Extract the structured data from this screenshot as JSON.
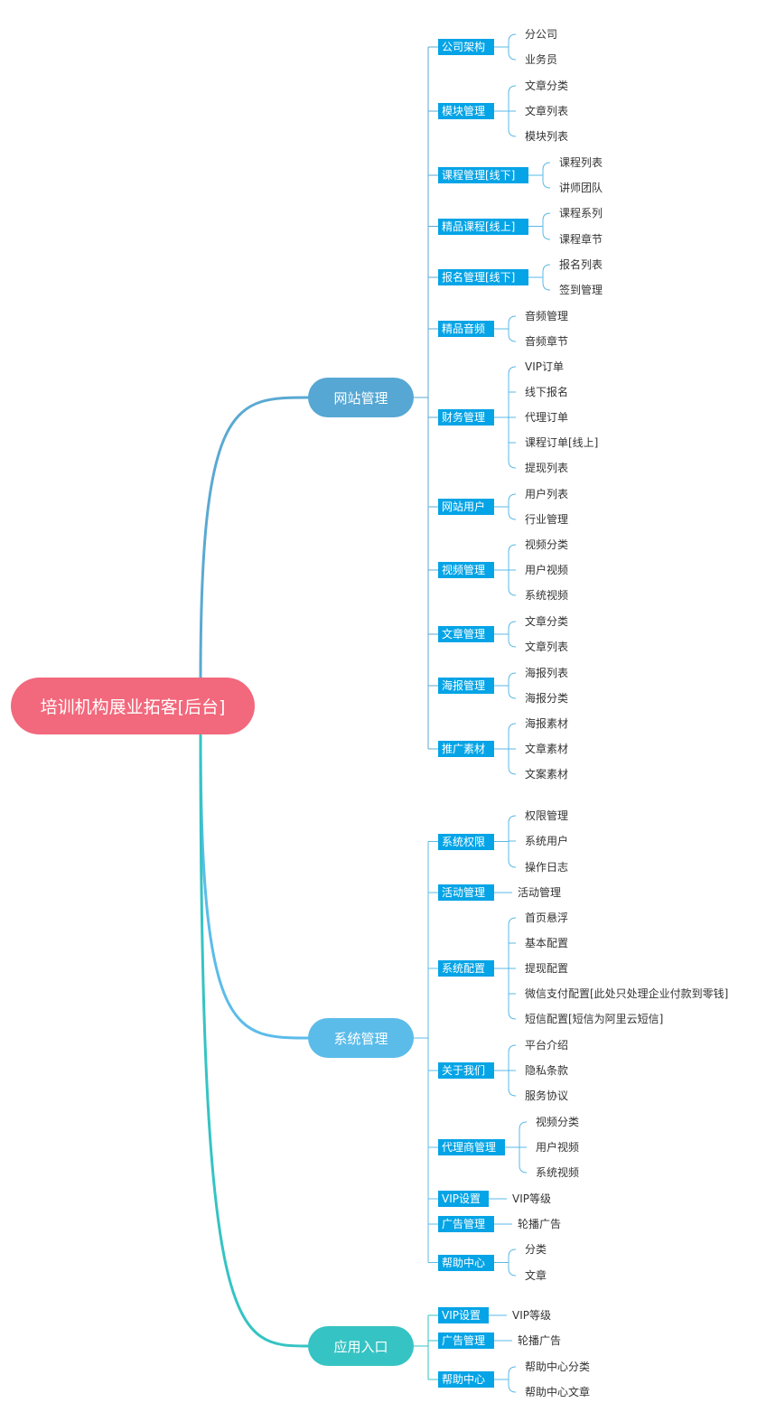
{
  "root": {
    "label": "培训机构展业拓客[后台]",
    "color": "#f2687c"
  },
  "branches": [
    {
      "label": "网站管理",
      "color": "#56a7d3",
      "line_color": "#5aa9d2",
      "children": [
        {
          "label": "公司架构",
          "leaves": [
            "分公司",
            "业务员"
          ]
        },
        {
          "label": "模块管理",
          "leaves": [
            "文章分类",
            "文章列表",
            "模块列表"
          ]
        },
        {
          "label": "课程管理[线下]",
          "leaves": [
            "课程列表",
            "讲师团队"
          ]
        },
        {
          "label": "精品课程[线上]",
          "leaves": [
            "课程系列",
            "课程章节"
          ]
        },
        {
          "label": "报名管理[线下]",
          "leaves": [
            "报名列表",
            "签到管理"
          ]
        },
        {
          "label": "精品音频",
          "leaves": [
            "音频管理",
            "音频章节"
          ]
        },
        {
          "label": "财务管理",
          "leaves": [
            "VIP订单",
            "线下报名",
            "代理订单",
            "课程订单[线上]",
            "提现列表"
          ]
        },
        {
          "label": "网站用户",
          "leaves": [
            "用户列表",
            "行业管理"
          ]
        },
        {
          "label": "视频管理",
          "leaves": [
            "视频分类",
            "用户视频",
            "系统视频"
          ]
        },
        {
          "label": "文章管理",
          "leaves": [
            "文章分类",
            "文章列表"
          ]
        },
        {
          "label": "海报管理",
          "leaves": [
            "海报列表",
            "海报分类"
          ]
        },
        {
          "label": "推广素材",
          "leaves": [
            "海报素材",
            "文章素材",
            "文案素材"
          ]
        }
      ]
    },
    {
      "label": "系统管理",
      "color": "#5bbcea",
      "line_color": "#5bbcea",
      "children": [
        {
          "label": "系统权限",
          "leaves": [
            "权限管理",
            "系统用户",
            "操作日志"
          ]
        },
        {
          "label": "活动管理",
          "leaves": [
            "活动管理"
          ]
        },
        {
          "label": "系统配置",
          "leaves": [
            "首页悬浮",
            "基本配置",
            "提现配置",
            "微信支付配置[此处只处理企业付款到零钱]",
            "短信配置[短信为阿里云短信]"
          ]
        },
        {
          "label": "关于我们",
          "leaves": [
            "平台介绍",
            "隐私条款",
            "服务协议"
          ]
        },
        {
          "label": "代理商管理",
          "leaves": [
            "视频分类",
            "用户视频",
            "系统视频"
          ]
        },
        {
          "label": "VIP设置",
          "leaves": [
            "VIP等级"
          ]
        },
        {
          "label": "广告管理",
          "leaves": [
            "轮播广告"
          ]
        },
        {
          "label": "帮助中心",
          "leaves": [
            "分类",
            "文章"
          ]
        }
      ]
    },
    {
      "label": "应用入口",
      "color": "#36c3c3",
      "line_color": "#36c3c3",
      "children": [
        {
          "label": "VIP设置",
          "leaves": [
            "VIP等级"
          ]
        },
        {
          "label": "广告管理",
          "leaves": [
            "轮播广告"
          ]
        },
        {
          "label": "帮助中心",
          "leaves": [
            "帮助中心分类",
            "帮助中心文章"
          ]
        }
      ]
    }
  ],
  "colors": {
    "sub_fill": "#05a4e6",
    "leaf_line": "#5ab8e8",
    "leaf_text": "#333333"
  }
}
